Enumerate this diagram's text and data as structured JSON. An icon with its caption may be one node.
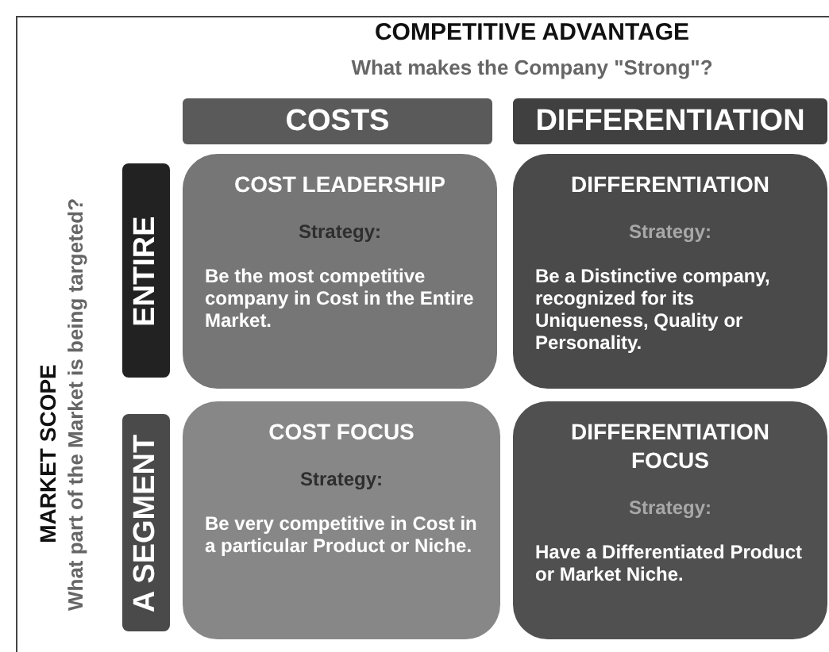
{
  "diagram": {
    "title": "COMPETITIVE ADVANTAGE",
    "nodes": [
      {
        "text": [
          "COSTS"
        ]
      },
      {
        "text": [
          "DIFFERENTIATION"
        ]
      },
      {
        "text": [
          "ENTIRE"
        ]
      },
      {
        "text": [
          "COST LEADERSHIP",
          "Strategy:",
          "Be the most competitive company in Cost in the Entire Market."
        ]
      },
      {
        "text": [
          "DIFFERENTIATION",
          "Strategy:",
          "Be a Distinctive company, recognized for its Uniqueness, Quality or Personality."
        ]
      },
      {
        "text": [
          "A SEGMENT"
        ]
      },
      {
        "text": [
          "COST FOCUS",
          "Strategy:",
          "Be very competitive in Cost in a particular Product or Niche."
        ]
      },
      {
        "text": [
          "DIFFERENTIATION FOCUS",
          "Strategy:",
          "Have a Differentiated Product or Market Niche."
        ]
      }
    ],
    "labels": [
      "What makes the Company \"Strong\"?",
      "MARKET SCOPE",
      "What part of the Market is being targeted?"
    ]
  }
}
